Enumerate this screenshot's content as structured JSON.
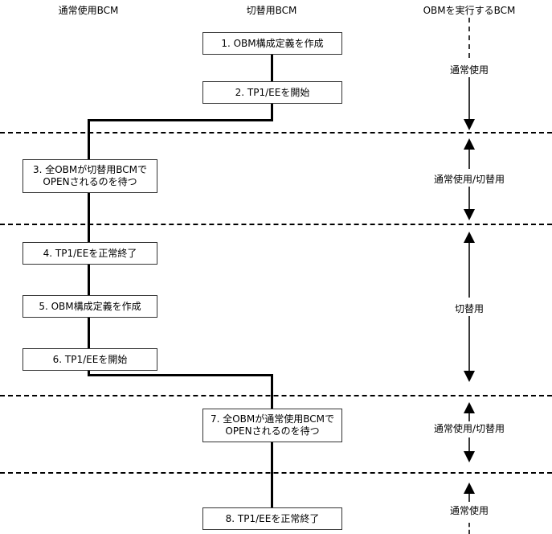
{
  "diagram": {
    "title_columns": [
      {
        "id": "normal-bcm",
        "label": "通常使用BCM"
      },
      {
        "id": "switch-bcm",
        "label": "切替用BCM"
      },
      {
        "id": "obm-exec-bcm",
        "label": "OBMを実行するBCM"
      }
    ],
    "steps": [
      {
        "id": "step-1",
        "column": "switch-bcm",
        "label": "1. OBM構成定義を作成"
      },
      {
        "id": "step-2",
        "column": "switch-bcm",
        "label": "2. TP1/EEを開始"
      },
      {
        "id": "step-3",
        "column": "normal-bcm",
        "label": "3. 全OBMが切替用BCMで\nOPENされるのを待つ"
      },
      {
        "id": "step-4",
        "column": "normal-bcm",
        "label": "4. TP1/EEを正常終了"
      },
      {
        "id": "step-5",
        "column": "normal-bcm",
        "label": "5. OBM構成定義を作成"
      },
      {
        "id": "step-6",
        "column": "normal-bcm",
        "label": "6. TP1/EEを開始"
      },
      {
        "id": "step-7",
        "column": "switch-bcm",
        "label": "7. 全OBMが通常使用BCMで\nOPENされるのを待つ"
      },
      {
        "id": "step-8",
        "column": "switch-bcm",
        "label": "8. TP1/EEを正常終了"
      }
    ],
    "phases": [
      {
        "id": "phase-1",
        "label": "通常使用"
      },
      {
        "id": "phase-2",
        "label": "通常使用/切替用"
      },
      {
        "id": "phase-3",
        "label": "切替用"
      },
      {
        "id": "phase-4",
        "label": "通常使用/切替用"
      },
      {
        "id": "phase-5",
        "label": "通常使用"
      }
    ],
    "colors": {
      "line": "#000000",
      "box_border": "#333333",
      "background": "#ffffff",
      "thin_line": "#3a3a3a"
    }
  }
}
